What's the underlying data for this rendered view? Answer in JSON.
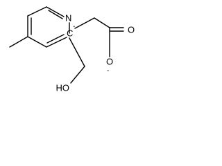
{
  "molecule": {
    "atoms": {
      "nitrogen": "N",
      "carbon": "C",
      "oxygen_carbonyl": "O",
      "oxygen_anion": "O",
      "hydroxyl": "HO"
    },
    "charges": {
      "carbanion": "-",
      "oxyanion": "-"
    }
  }
}
